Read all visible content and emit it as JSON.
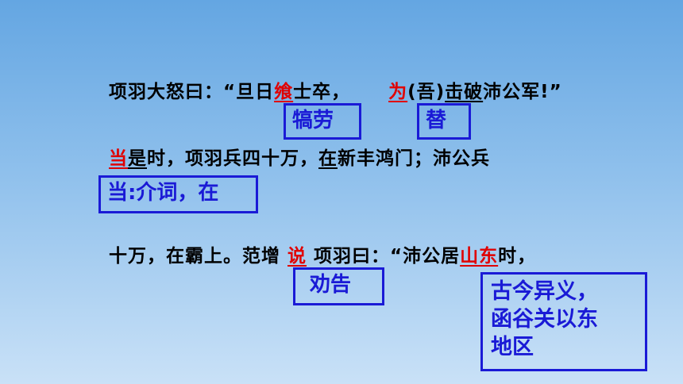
{
  "line1": {
    "a": "项羽大怒曰：“旦日",
    "b": "飨",
    "c": "士卒，",
    "d": "为",
    "e": "(吾)",
    "f": "击破",
    "g": "沛公军!”"
  },
  "box_gaolao": "犒劳",
  "box_ti": "替",
  "line2": {
    "a": "当",
    "b": "是",
    "c": "时，项羽兵四十万，",
    "d": "在",
    "e": "新丰鸿门；沛公兵"
  },
  "box_dang": "当:介词，在",
  "line3": {
    "a": "十万，在霸上。范增 ",
    "b": "说",
    "c": "  项羽曰：“沛公居",
    "d": "山东",
    "e": "时，"
  },
  "box_quangao": "劝告",
  "box_note": [
    "古今异义，",
    "函谷关以东",
    "地区"
  ],
  "colors": {
    "accent_red": "#e00000",
    "box_blue": "#1a1ad6"
  }
}
